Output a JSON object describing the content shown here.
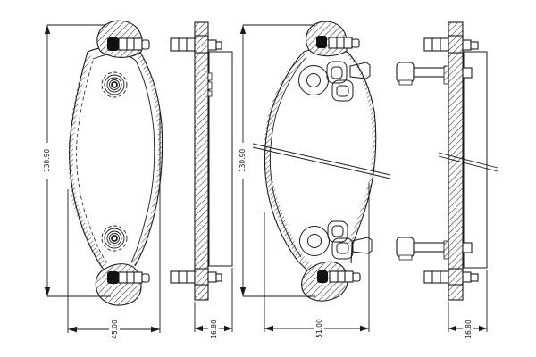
{
  "page": {
    "background": "#ffffff",
    "line_color": "#1a1a1a"
  },
  "drawing": {
    "pads": [
      {
        "front_view": {
          "height_label": "130.90",
          "width_label": "45.00"
        },
        "side_view": {
          "thickness_label": "16.80"
        }
      },
      {
        "front_view": {
          "height_label": "130.90",
          "width_label": "51.00"
        },
        "side_view": {
          "thickness_label": "16.80"
        }
      }
    ]
  }
}
